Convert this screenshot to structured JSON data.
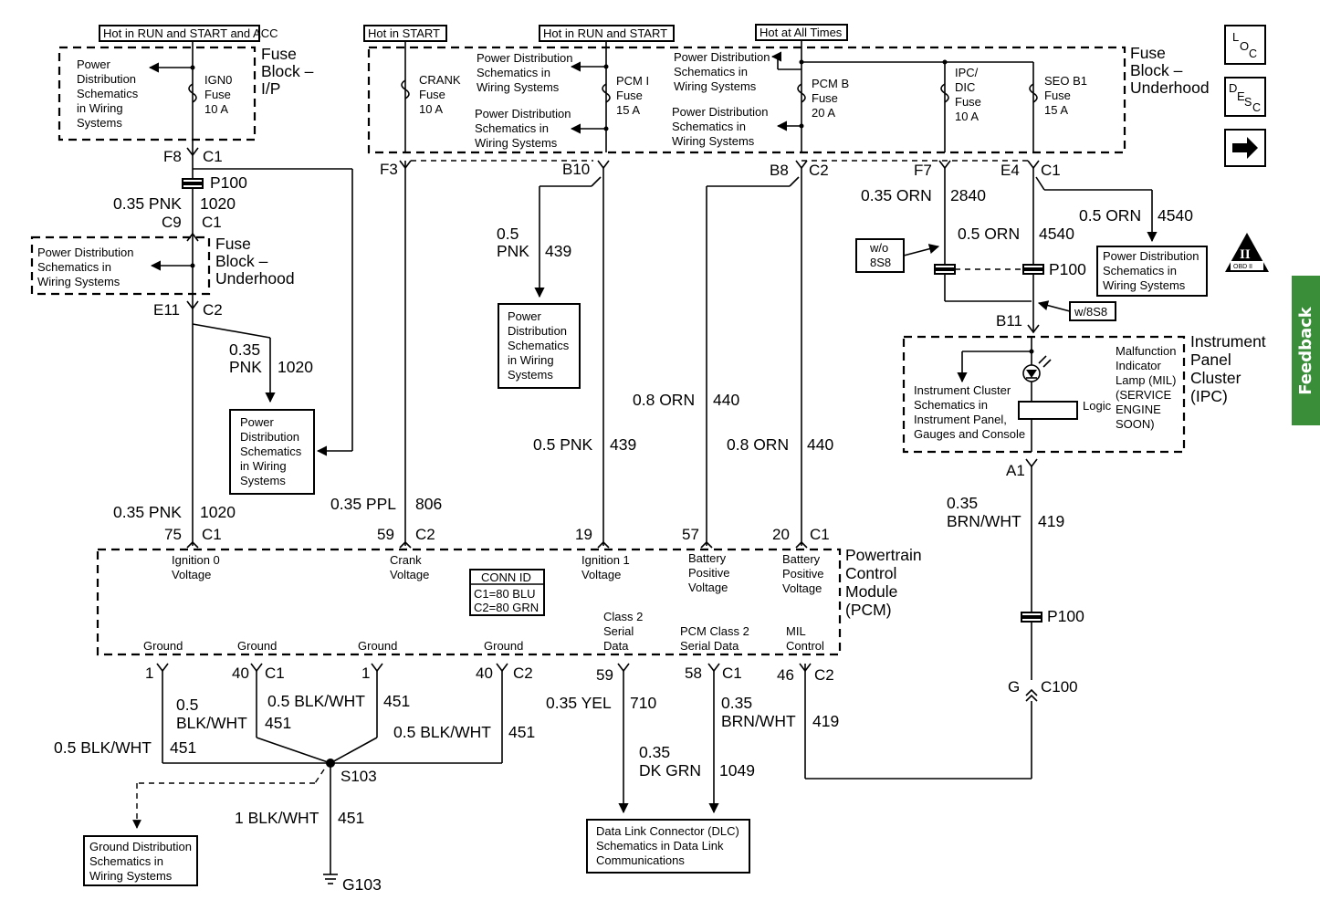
{
  "feedback": {
    "label": "Feedback"
  },
  "nav": {
    "loc": [
      "L",
      "O",
      "C"
    ],
    "desc": [
      "D",
      "E",
      "S",
      "C"
    ],
    "next_arrow": "➡"
  },
  "obd": {
    "numeral": "II",
    "text": "OBD II"
  },
  "hot": {
    "run_start_acc": "Hot in RUN and START and ACC",
    "start": "Hot in START",
    "run_start": "Hot in RUN and START",
    "all_times": "Hot at All Times"
  },
  "fuse_block_ip": {
    "title": [
      "Fuse",
      "Block –",
      "I/P"
    ],
    "fuse": [
      "IGN0",
      "Fuse",
      "10 A"
    ],
    "pd": [
      "Power",
      "Distribution",
      "Schematics",
      "in Wiring",
      "Systems"
    ]
  },
  "fuse_block_uh": {
    "title": [
      "Fuse",
      "Block –",
      "Underhood"
    ],
    "crank": [
      "CRANK",
      "Fuse",
      "10 A"
    ],
    "pcmi": [
      "PCM I",
      "Fuse",
      "15 A"
    ],
    "pcmb": [
      "PCM B",
      "Fuse",
      "20 A"
    ],
    "ipc": [
      "IPC/",
      "DIC",
      "Fuse",
      "10 A"
    ],
    "seo": [
      "SEO B1",
      "Fuse",
      "15 A"
    ],
    "pd1": [
      "Power Distribution",
      "Schematics in",
      "Wiring Systems"
    ],
    "pd2": [
      "Power Distribution",
      "Schematics in",
      "Wiring Systems"
    ],
    "pd3": [
      "Power Distribution",
      "Schematics in",
      "Wiring Systems"
    ],
    "pd4": [
      "Power Distribution",
      "Schematics in",
      "Wiring Systems"
    ]
  },
  "fuse_block_uh2": {
    "title": [
      "Fuse",
      "Block –",
      "Underhood"
    ],
    "pd": [
      "Power Distribution",
      "Schematics in",
      "Wiring Systems"
    ]
  },
  "connectors": {
    "f8": "F8",
    "c1a": "C1",
    "p100a": "P100",
    "c9": "C9",
    "c1b": "C1",
    "e11": "E11",
    "c2a": "C2",
    "f3": "F3",
    "b10": "B10",
    "b8": "B8",
    "c2b": "C2",
    "f7": "F7",
    "e4": "E4",
    "c1c": "C1",
    "p100b": "P100",
    "b11": "B11",
    "a1": "A1",
    "p100c": "P100",
    "g": "G",
    "c100": "C100",
    "p75": "75",
    "c1d": "C1",
    "p59": "59",
    "c2c": "C2",
    "p19": "19",
    "p57": "57",
    "p20": "20",
    "c1e": "C1",
    "g1a": "1",
    "g40a": "40",
    "c1f": "C1",
    "g1b": "1",
    "g40b": "40",
    "c2d": "C2",
    "p59b": "59",
    "p58": "58",
    "c1g": "C1",
    "p46": "46",
    "c2e": "C2",
    "s103": "S103",
    "g103": "G103"
  },
  "wires": {
    "w1020a": [
      "0.35 PNK",
      "1020"
    ],
    "w1020b": [
      "0.35",
      "PNK",
      "1020"
    ],
    "w1020c": [
      "0.35 PNK",
      "1020"
    ],
    "w806": [
      "0.35 PPL",
      "806"
    ],
    "w439a": [
      "0.5",
      "PNK",
      "439"
    ],
    "w439b": [
      "0.5 PNK",
      "439"
    ],
    "w440a": [
      "0.8 ORN",
      "440"
    ],
    "w440b": [
      "0.8 ORN",
      "440"
    ],
    "w2840": [
      "0.35 ORN",
      "2840"
    ],
    "w4540a": [
      "0.5 ORN",
      "4540"
    ],
    "w4540b": [
      "0.5 ORN",
      "4540"
    ],
    "w419a": [
      "0.35",
      "BRN/WHT",
      "419"
    ],
    "w451a": [
      "0.5",
      "BLK/WHT",
      "451"
    ],
    "w451b": [
      "0.5 BLK/WHT",
      "451"
    ],
    "w451c": [
      "0.5 BLK/WHT",
      "451"
    ],
    "w451d": [
      "0.5 BLK/WHT",
      "451"
    ],
    "w451e": [
      "1 BLK/WHT",
      "451"
    ],
    "w710": [
      "0.35 YEL",
      "710"
    ],
    "w1049": [
      "0.35",
      "DK GRN",
      "1049"
    ],
    "w419b": [
      "0.35",
      "BRN/WHT",
      "419"
    ]
  },
  "options": {
    "wo": [
      "w/o",
      "8S8"
    ],
    "w": "w/8S8"
  },
  "pd_mid": [
    "Power",
    "Distribution",
    "Schematics",
    "in Wiring",
    "Systems"
  ],
  "pd_left": [
    "Power",
    "Distribution",
    "Schematics",
    "in Wiring",
    "Systems"
  ],
  "pd_right": [
    "Power Distribution",
    "Schematics in",
    "Wiring Systems"
  ],
  "ipc": {
    "title": [
      "Instrument",
      "Panel",
      "Cluster",
      "(IPC)"
    ],
    "cluster": [
      "Instrument Cluster",
      "Schematics in",
      "Instrument Panel,",
      "Gauges and Console"
    ],
    "logic": "Logic",
    "mil": [
      "Malfunction",
      "Indicator",
      "Lamp (MIL)",
      "(SERVICE",
      "ENGINE",
      "SOON)"
    ]
  },
  "pcm": {
    "title": [
      "Powertrain",
      "Control",
      "Module",
      "(PCM)"
    ],
    "ign0": [
      "Ignition 0",
      "Voltage"
    ],
    "crank": [
      "Crank",
      "Voltage"
    ],
    "ign1": [
      "Ignition 1",
      "Voltage"
    ],
    "bat1": [
      "Battery",
      "Positive",
      "Voltage"
    ],
    "bat2": [
      "Battery",
      "Positive",
      "Voltage"
    ],
    "conn_id": [
      "CONN ID",
      "C1=80 BLU",
      "C2=80 GRN"
    ],
    "class2": [
      "Class 2",
      "Serial",
      "Data"
    ],
    "pcm_class2": [
      "PCM Class 2",
      "Serial Data"
    ],
    "mil": [
      "MIL",
      "Control"
    ],
    "grounds": [
      "Ground",
      "Ground",
      "Ground",
      "Ground"
    ]
  },
  "ground_dist": [
    "Ground Distribution",
    "Schematics in",
    "Wiring Systems"
  ],
  "dlc": [
    "Data Link Connector (DLC)",
    "Schematics in Data Link",
    "Communications"
  ]
}
